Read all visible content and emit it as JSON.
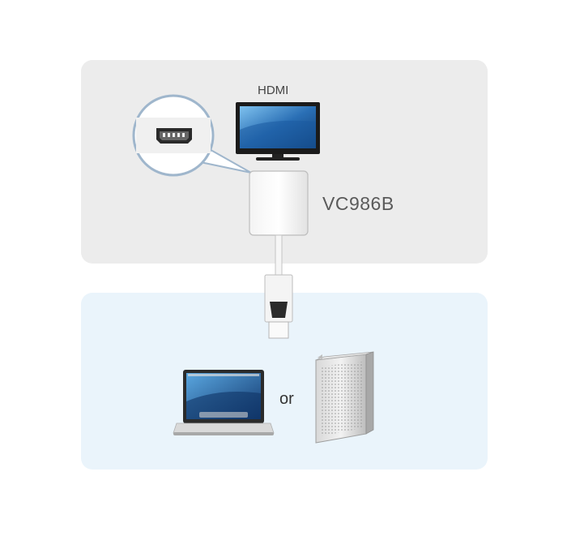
{
  "labels": {
    "display_port": "HDMI",
    "model": "VC986B",
    "separator": "or"
  },
  "icons": {
    "monitor": "monitor-icon",
    "port_zoom": "hdmi-port-magnifier-icon",
    "adapter": "adapter-box-icon",
    "connector": "displayport-connector-icon",
    "laptop": "laptop-icon",
    "desktop": "desktop-tower-icon"
  },
  "colors": {
    "top_panel": "#ececec",
    "bottom_panel": "#eaf4fb",
    "magnifier_ring": "#9fb6cc",
    "screen_blue": "#2a6fb5"
  }
}
